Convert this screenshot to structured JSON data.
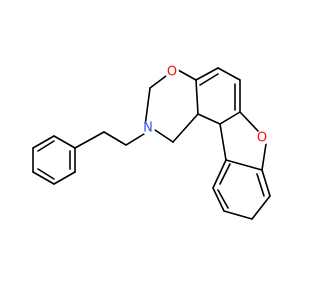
{
  "molecule": {
    "atoms": {
      "O1": {
        "symbol": "O",
        "color": "#ff0d0d"
      },
      "N1": {
        "symbol": "N",
        "color": "#3050f8"
      },
      "O2": {
        "symbol": "O",
        "color": "#ff0d0d"
      }
    },
    "bond_color": "#000000"
  }
}
